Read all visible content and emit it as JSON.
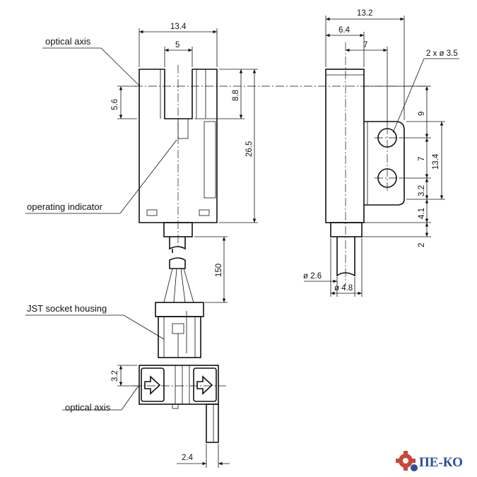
{
  "labels": {
    "optical_axis_top": "optical axis",
    "operating_indicator": "operating indicator",
    "jst_socket_housing": "JST socket housing",
    "optical_axis_bottom": "optical axis",
    "holes": "2 x ø 3.5"
  },
  "dimensions": {
    "front_width": "13.4",
    "slot_width": "5",
    "axis_height": "5.6",
    "slot_depth": "8.8",
    "body_height": "26.5",
    "cable_length": "150",
    "side_depth": "13.2",
    "side_6_4": "6.4",
    "side_7": "7",
    "side_9": "9",
    "side_7_vert": "7",
    "side_13_4": "13.4",
    "side_3_2": "3.2",
    "side_4_1": "4.1",
    "side_2": "2",
    "cable_dia": "ø 2.6",
    "connector_dia": "ø 4.8",
    "bottom_3_2": "3.2",
    "bottom_2_4": "2.4"
  },
  "logo": {
    "text": "ПЕ-КО",
    "colors": {
      "gear": "#c9473a",
      "text": "#2a4e9a"
    }
  }
}
